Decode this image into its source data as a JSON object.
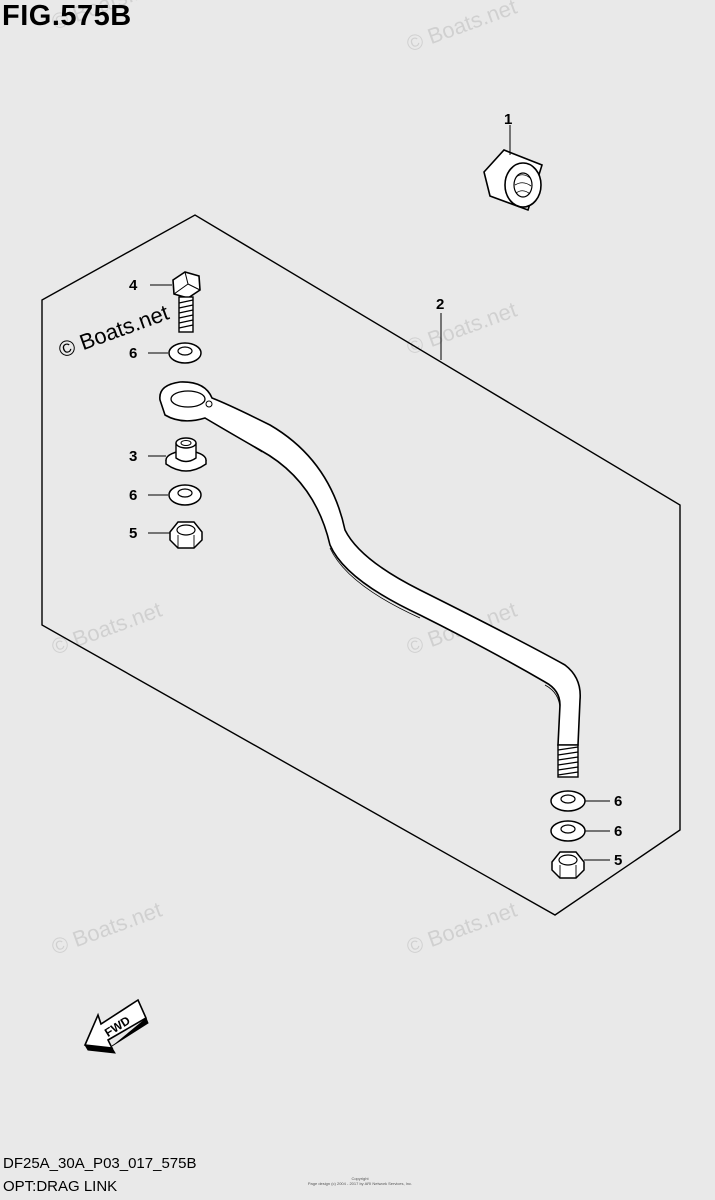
{
  "header": {
    "figure_title": "FIG.575B"
  },
  "footer": {
    "diagram_code": "DF25A_30A_P03_017_575B",
    "description": "OPT:DRAG LINK",
    "copyright_line1": "Copyright",
    "copyright_line2": "Page design (c) 2004 - 2017 by ARI Network Services, Inc."
  },
  "watermark": {
    "text": "© Boats.net"
  },
  "callouts": [
    {
      "id": "1",
      "part": "nut"
    },
    {
      "id": "2",
      "part": "drag-link-rod"
    },
    {
      "id": "4",
      "part": "bolt"
    },
    {
      "id": "6",
      "part": "washer"
    },
    {
      "id": "3",
      "part": "bushing"
    },
    {
      "id": "6",
      "part": "washer"
    },
    {
      "id": "5",
      "part": "lock-nut"
    },
    {
      "id": "6",
      "part": "washer"
    },
    {
      "id": "6",
      "part": "washer"
    },
    {
      "id": "5",
      "part": "lock-nut"
    }
  ],
  "direction_arrow": {
    "label": "FWD"
  }
}
